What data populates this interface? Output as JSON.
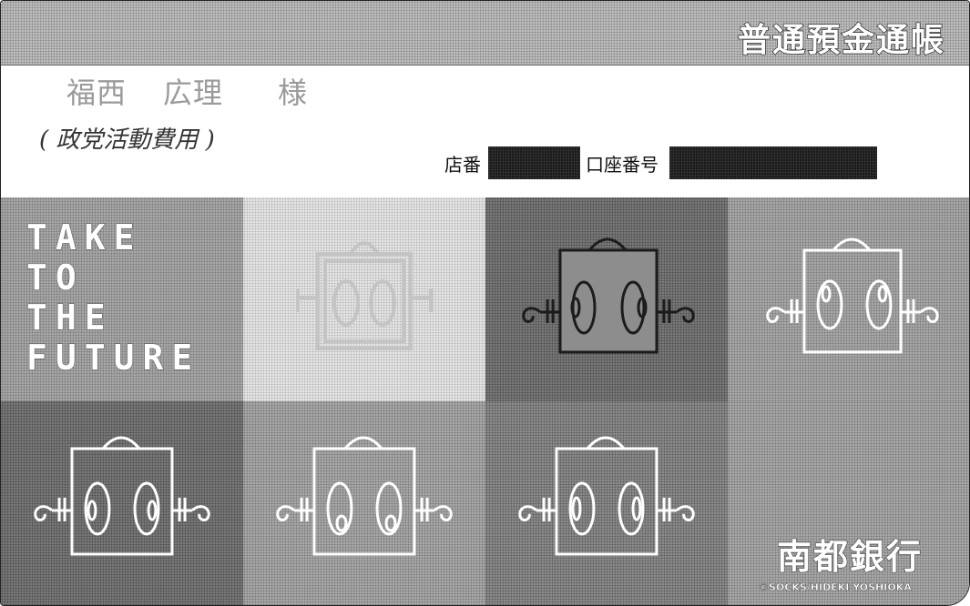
{
  "header": {
    "title": "普通預金通帳"
  },
  "holder": {
    "surname": "福西",
    "given_name": "広理",
    "honorific": "様",
    "purpose": "( 政党活動費用 )"
  },
  "account": {
    "branch_label": "店番",
    "account_label": "口座番号"
  },
  "cover": {
    "slogan": [
      "TAKE",
      "TO",
      "THE",
      "FUTURE"
    ],
    "bank_name": "南都銀行",
    "copyright": "©SOCKS/HIDEKI YOSHIOKA"
  }
}
